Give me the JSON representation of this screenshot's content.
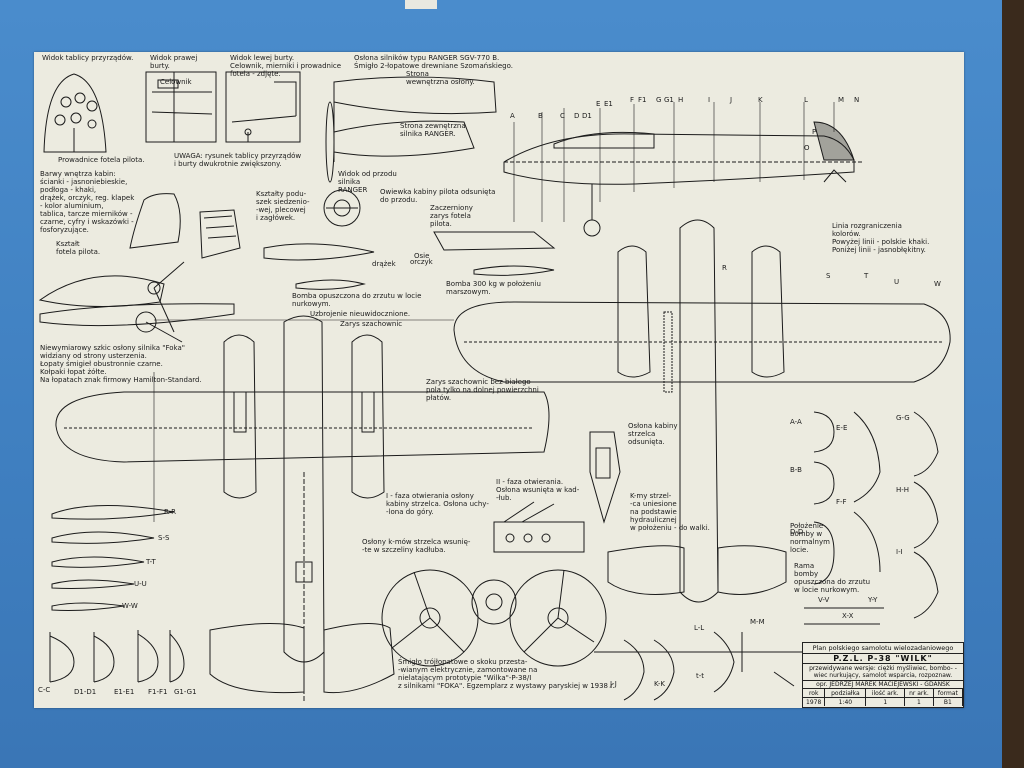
{
  "sheet": {
    "title_block": {
      "line1": "Plan polskiego samolotu wielozadaniowego",
      "name": "P.Z.L. P-38 \"WILK\"",
      "desc": "przewidywane wersje: ciężki myśliwiec, bombo-\n-wiec nurkujący, samolot wsparcia, rozpoznaw.",
      "author": "opr. JEDRZEJ MAREK MACIEJEWSKI - GDAŃSK",
      "headers": [
        "rok",
        "podziałka",
        "ilość ark.",
        "nr ark.",
        "format"
      ],
      "values": [
        "1978",
        "1:40",
        "1",
        "1",
        "B1"
      ]
    },
    "notes": {
      "widok_tablicy": "Widok tablicy przyrządów.",
      "widok_prawej": "Widok prawej\nburty.",
      "celownik": "Celownik",
      "widok_lewej": "Widok lewej burty.\nCelownik, mierniki i prowadnice\nfotela - zdjęte.",
      "oslona_ranger": "Osłona silników typu RANGER SGV-770 B.\nŚmigło 2-łopatowe drewniane Szomańskiego.",
      "strona_wewn": "Strona\nwewnętrzna osłony.",
      "strona_zewn": "Strona zewnętrzna\nsilnika RANGER.",
      "prowadnice": "Prowadnice fotela pilota.",
      "uwaga": "UWAGA: rysunek tablicy przyrządów\ni burty dwukrotnie zwiększony.",
      "widok_przodu": "Widok od przodu\nsilnika\nRANGER",
      "barwy": "Barwy wnętrza kabin:\nścianki - jasnoniebieskie,\npodłoga - khaki,\ndrążek, orczyk, reg. klapek\n- kolor aluminium,\ntablica, tarcze mierników -\nczarne, cyfry i wskazówki -\nfosforyzujące.",
      "ksztalt_fotela": "Kształt\nfotela pilota.",
      "ksztalty_podu": "Kształty podu-\nszek siedzenio-\n-wej, plecowej\ni zagłówek.",
      "owiewka": "Owiewka kabiny pilota odsunięta\ndo przodu.",
      "zaczerniony": "Zaczerniony\nzarys fotela\npilota.",
      "drazek": "drążek",
      "orczyk": "orczyk",
      "osie": "Osie",
      "bomba_zrzut": "Bomba opuszczona do zrzutu w locie\nnurkowym.",
      "bomba_300": "Bomba 300 kg w położeniu\nmarszowym.",
      "uzbrojenie": "Uzbrojenie nieuwidocznione.",
      "zarys_szach": "Zarys szachownic",
      "linia_rozgr": "Linia rozgraniczenia\nkolorów.\nPowyżej linii - polskie khaki.\nPoniżej linii - jasnobłękitny.",
      "niewidoczny": "Niewymiarowy szkic osłony silnika \"Foka\"\nwidziany od strony usterzenia.\nŁopaty śmigieł obustronnie czarne.\nKołpaki łopat żółte.\nNa łopatach znak firmowy Hamilton-Standard.",
      "zarys_bez": "Zarys szachownic bez białego\npola tylko na dolnej powierzchni\npłatów.",
      "oslona_kabiny": "Osłona kabiny\nstrzelca\nodsunięta.",
      "faza1": "I - faza otwierania osłony\nkabiny strzelca. Osłona uchy-\n-lona do góry.",
      "faza2": "II - faza otwierania.\nOsłona wsunięta w kad-\n-łub.",
      "oslony_km": "Osłony k-mów strzelca wsunię-\n-te w szczeliny kadłuba.",
      "kmy": "K-my strzel-\n-ca uniesione\nna podstawie\nhydraulicznej\nw położeniu - do walki.",
      "polozenie_bomby": "Położenie\nbomby w\nnormalnym\nlocie.",
      "rama_bomby": "Rama\nbomby\nopuszczona do zrzutu\nw locie nurkowym.",
      "smiglo": "Śmigło trójłopatowe o skoku przesta-\n-wianym elektrycznie, zamontowane na\nnielatającym prototypie \"Wilka\"-P-38/I\nz silnikami \"FOKA\". Egzemplarz z wystawy paryskiej w 1938 r."
    },
    "top_stations": [
      "A",
      "B",
      "C",
      "D",
      "D1",
      "E",
      "E1",
      "F",
      "F1",
      "G",
      "G1",
      "H",
      "I",
      "J",
      "K",
      "L",
      "M",
      "N",
      "O",
      "P",
      "R",
      "S",
      "T",
      "U",
      "W"
    ],
    "sections": {
      "right_left": [
        "A-A",
        "B-B",
        "C-C",
        "D-D"
      ],
      "right_mid": [
        "E-E",
        "F-F"
      ],
      "right_right": [
        "G-G",
        "H-H",
        "I-I"
      ],
      "mid": [
        "R-R",
        "S-S",
        "T-T",
        "U-U",
        "W-W"
      ],
      "bottom": [
        "C-C",
        "D1-D1",
        "E1-E1",
        "F1-F1",
        "G1-G1"
      ],
      "tail": [
        "L-L",
        "M-M",
        "J-J",
        "K-K",
        "t-t",
        "V-V",
        "Y-Y",
        "X-X"
      ]
    },
    "colors": {
      "board": "#3f7fc0",
      "paper": "#ecebe0",
      "ink": "#1b1b1b"
    }
  }
}
